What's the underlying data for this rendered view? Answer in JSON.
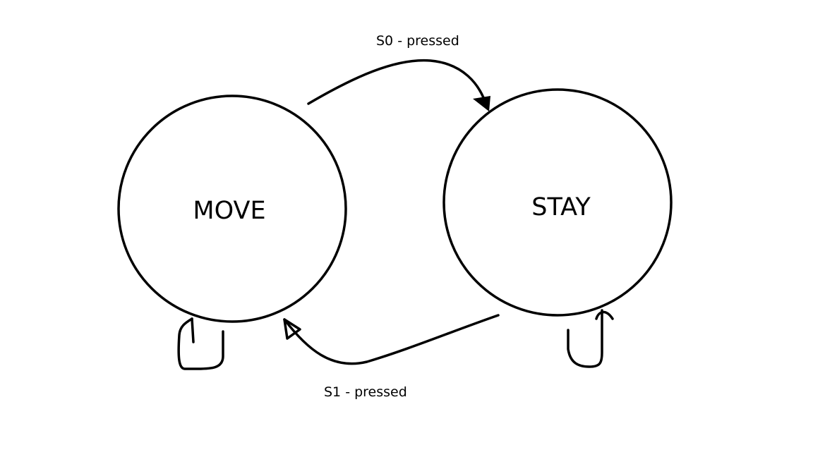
{
  "diagram": {
    "states": [
      {
        "id": "move",
        "label": "MOVE"
      },
      {
        "id": "stay",
        "label": "STAY"
      }
    ],
    "transitions": [
      {
        "from": "move",
        "to": "stay",
        "label": "S0 - pressed"
      },
      {
        "from": "stay",
        "to": "move",
        "label": "S1 - pressed"
      },
      {
        "from": "move",
        "to": "move",
        "label": ""
      },
      {
        "from": "stay",
        "to": "stay",
        "label": ""
      }
    ],
    "colors": {
      "ink": "#000000",
      "background": "#ffffff"
    }
  }
}
